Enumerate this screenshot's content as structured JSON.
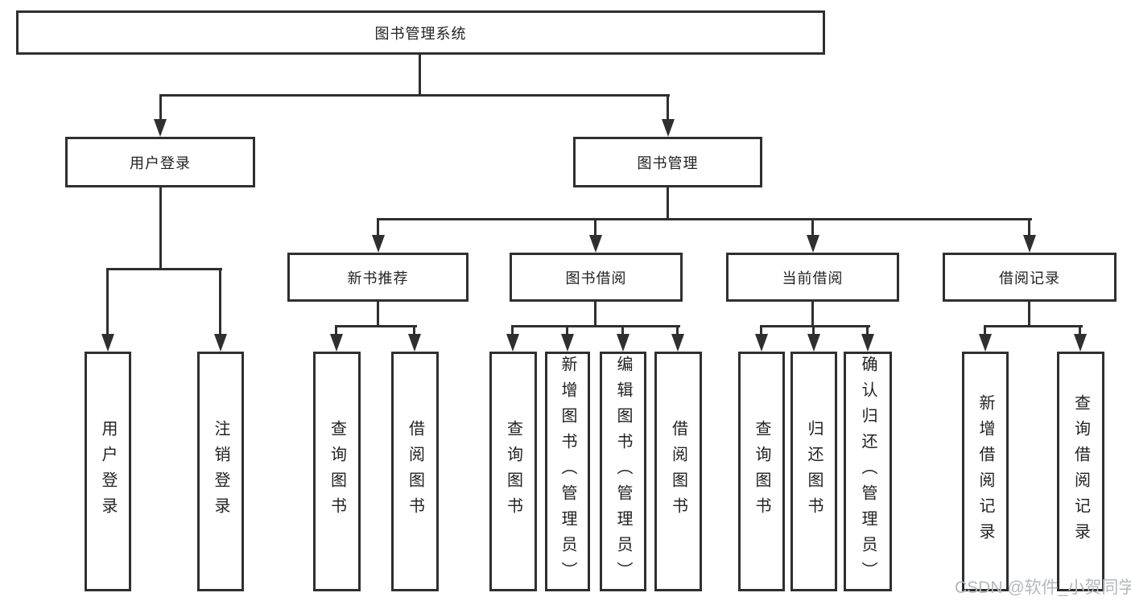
{
  "diagram": {
    "root": {
      "label": "图书管理系统"
    },
    "branches": [
      {
        "label": "用户登录",
        "children": [
          {
            "label": "用户登录"
          },
          {
            "label": "注销登录"
          }
        ]
      },
      {
        "label": "图书管理",
        "children": [
          {
            "label": "新书推荐",
            "children": [
              {
                "label": "查询图书"
              },
              {
                "label": "借阅图书"
              }
            ]
          },
          {
            "label": "图书借阅",
            "children": [
              {
                "label": "查询图书"
              },
              {
                "label": "新增图书（管理员）"
              },
              {
                "label": "编辑图书（管理员）"
              },
              {
                "label": "借阅图书"
              }
            ]
          },
          {
            "label": "当前借阅",
            "children": [
              {
                "label": "查询图书"
              },
              {
                "label": "归还图书"
              },
              {
                "label": "确认归还（管理员）"
              }
            ]
          },
          {
            "label": "借阅记录",
            "children": [
              {
                "label": "新增借阅记录"
              },
              {
                "label": "查询借阅记录"
              }
            ]
          }
        ]
      }
    ]
  },
  "watermark": {
    "text": "CSDN @软件_小贺同学"
  },
  "colors": {
    "line": "#2f2f2f",
    "text": "#222222",
    "background": "#ffffff",
    "watermark": "#b4b8bc"
  }
}
